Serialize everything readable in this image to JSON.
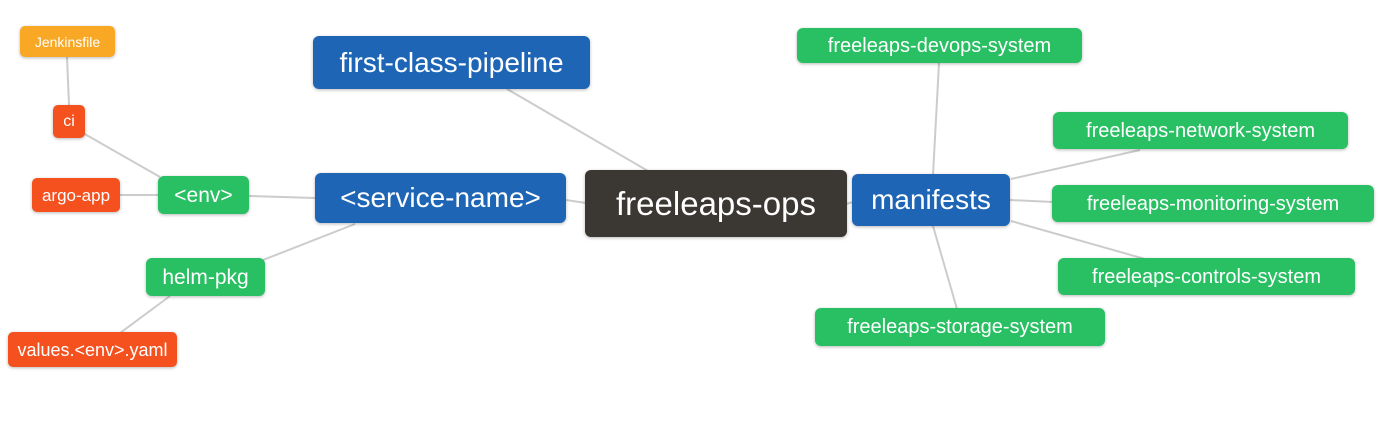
{
  "diagram": {
    "type": "mindmap",
    "colors": {
      "blue": "#1e66b5",
      "green": "#29bf63",
      "red": "#f4511e",
      "orange": "#f9a825",
      "dark": "#3b3733",
      "connector": "#cccccc",
      "text": "#ffffff",
      "background": "#ffffff"
    },
    "nodes": [
      {
        "id": "jenkinsfile",
        "label": "Jenkinsfile",
        "color": "orange"
      },
      {
        "id": "ci",
        "label": "ci",
        "color": "red"
      },
      {
        "id": "argo-app",
        "label": "argo-app",
        "color": "red"
      },
      {
        "id": "env",
        "label": "<env>",
        "color": "green"
      },
      {
        "id": "helm-pkg",
        "label": "helm-pkg",
        "color": "green"
      },
      {
        "id": "values-env-yaml",
        "label": "values.<env>.yaml",
        "color": "red"
      },
      {
        "id": "first-class-pipeline",
        "label": "first-class-pipeline",
        "color": "blue"
      },
      {
        "id": "service-name",
        "label": "<service-name>",
        "color": "blue"
      },
      {
        "id": "freeleaps-ops",
        "label": "freeleaps-ops",
        "color": "dark"
      },
      {
        "id": "manifests",
        "label": "manifests",
        "color": "blue"
      },
      {
        "id": "freeleaps-devops-system",
        "label": "freeleaps-devops-system",
        "color": "green"
      },
      {
        "id": "freeleaps-network-system",
        "label": "freeleaps-network-system",
        "color": "green"
      },
      {
        "id": "freeleaps-monitoring-system",
        "label": "freeleaps-monitoring-system",
        "color": "green"
      },
      {
        "id": "freeleaps-controls-system",
        "label": "freeleaps-controls-system",
        "color": "green"
      },
      {
        "id": "freeleaps-storage-system",
        "label": "freeleaps-storage-system",
        "color": "green"
      }
    ],
    "edges": [
      {
        "from": "jenkinsfile",
        "to": "ci"
      },
      {
        "from": "ci",
        "to": "env"
      },
      {
        "from": "argo-app",
        "to": "env"
      },
      {
        "from": "env",
        "to": "service-name"
      },
      {
        "from": "service-name",
        "to": "helm-pkg"
      },
      {
        "from": "helm-pkg",
        "to": "values-env-yaml"
      },
      {
        "from": "first-class-pipeline",
        "to": "freeleaps-ops"
      },
      {
        "from": "service-name",
        "to": "freeleaps-ops"
      },
      {
        "from": "freeleaps-ops",
        "to": "manifests"
      },
      {
        "from": "manifests",
        "to": "freeleaps-devops-system"
      },
      {
        "from": "manifests",
        "to": "freeleaps-network-system"
      },
      {
        "from": "manifests",
        "to": "freeleaps-monitoring-system"
      },
      {
        "from": "manifests",
        "to": "freeleaps-controls-system"
      },
      {
        "from": "manifests",
        "to": "freeleaps-storage-system"
      }
    ]
  }
}
